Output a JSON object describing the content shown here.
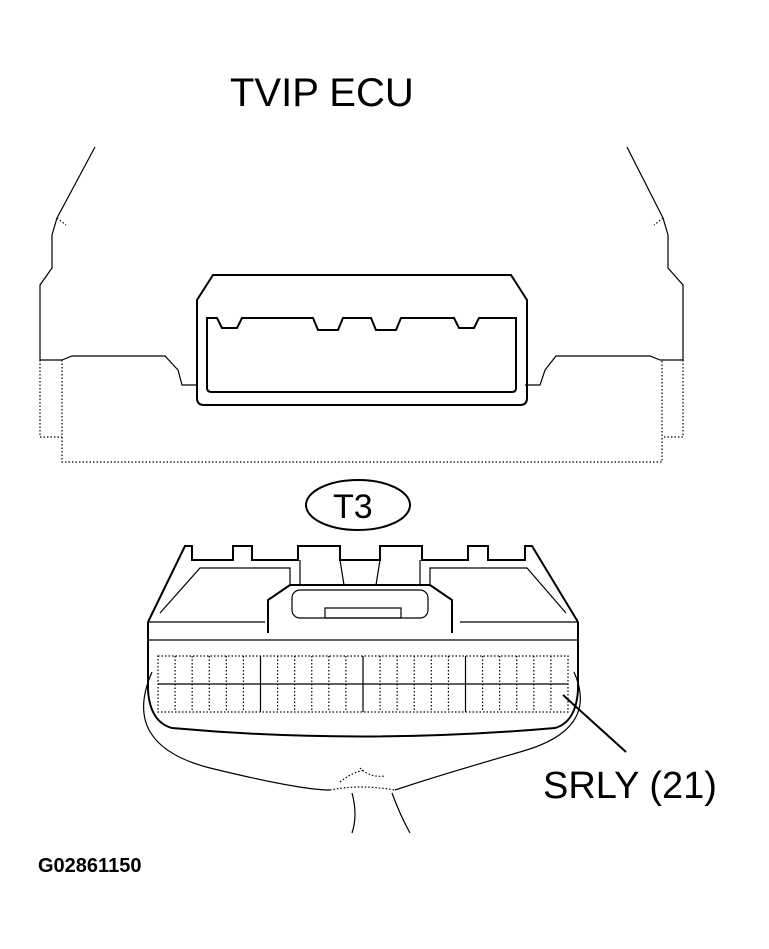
{
  "component_title": "TVIP ECU",
  "connector_label": "T3",
  "callout_label": "SRLY (21)",
  "figure_id": "G02861150"
}
